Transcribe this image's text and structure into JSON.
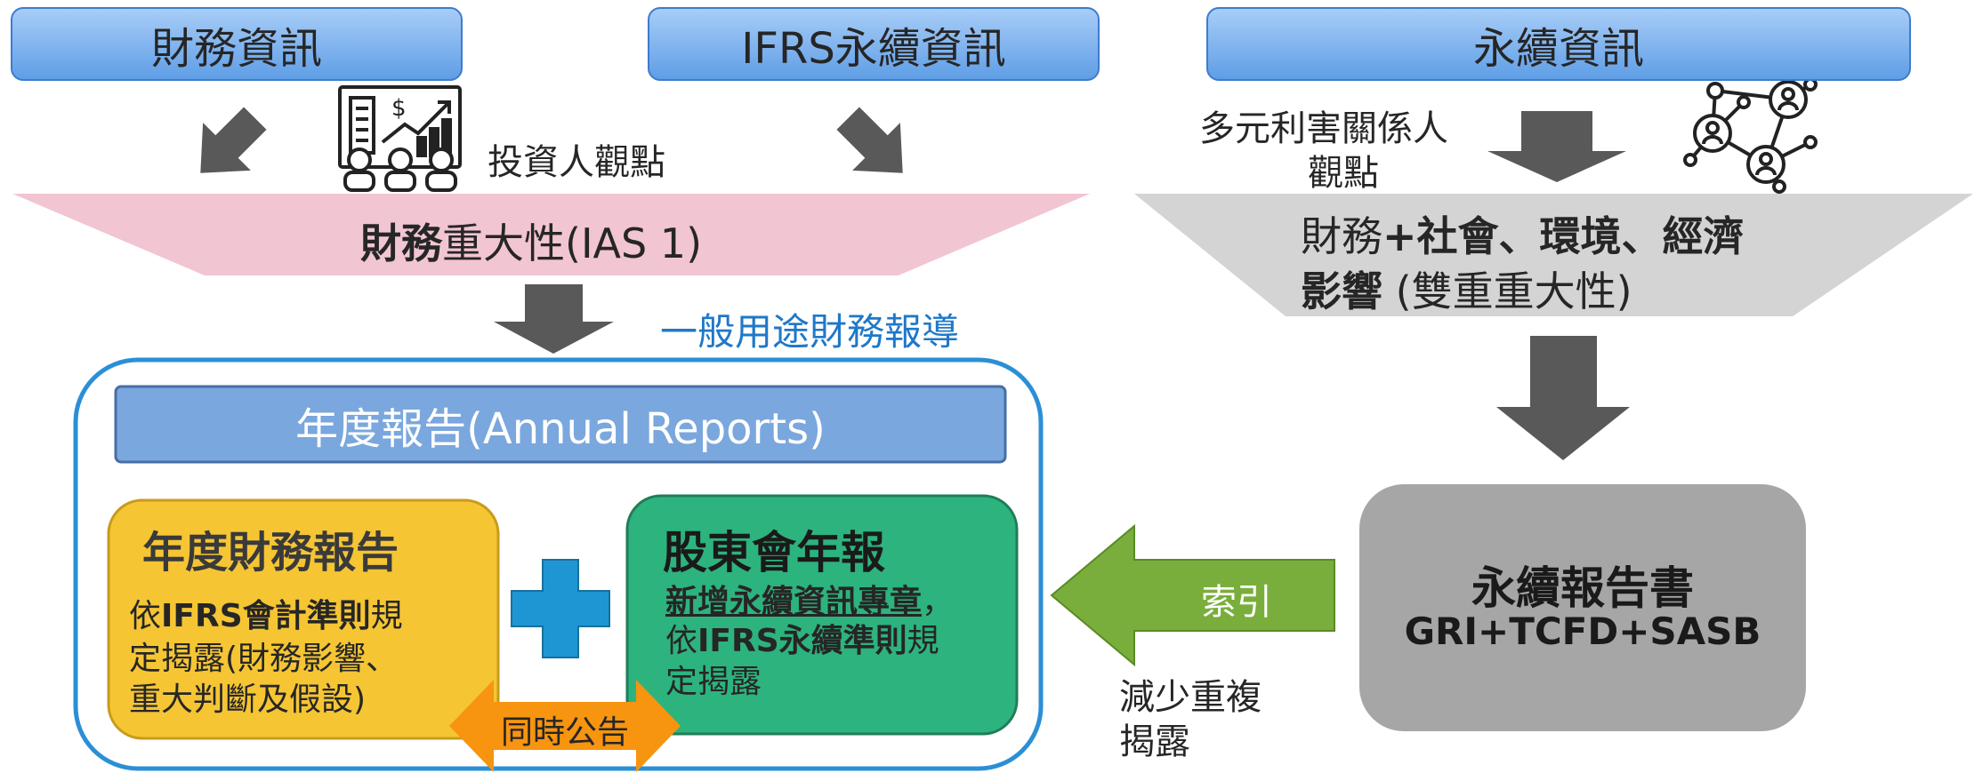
{
  "top": {
    "financial_info": "財務資訊",
    "ifrs_sustainability_info": "IFRS永續資訊",
    "sustainability_info": "永續資訊"
  },
  "investor_view": "投資人觀點",
  "stakeholder_view_line1": "多元利害關係人",
  "stakeholder_view_line2": "觀點",
  "financial_materiality": {
    "bold": "財務",
    "rest": "重大性(IAS 1)"
  },
  "double_materiality": {
    "line1_normal": "財務",
    "line1_bold": "+社會、環境、經濟",
    "line2_bold": "影響",
    "line2_normal": " (雙重重大性)"
  },
  "general_purpose": "一般用途財務報導",
  "annual_reports_title": "年度報告(Annual Reports)",
  "annual_financial_report": {
    "title": "年度財務報告",
    "l1_pre": "依",
    "l1_bold": "IFRS會計準則",
    "l1_post": "規",
    "l2": "定揭露(財務影響、",
    "l3": "重大判斷及假設)"
  },
  "shareholder_report": {
    "title": "股東會年報",
    "l1_bold_u": "新增永續資訊專章",
    "l1_post": "，",
    "l2_pre": "依",
    "l2_bold": "IFRS永續準則",
    "l2_post": "規",
    "l3": "定揭露"
  },
  "plus_symbol": "+",
  "simultaneous": "同時公告",
  "index_label": "索引",
  "reduce_dup_line1": "減少重複",
  "reduce_dup_line2": "揭露",
  "sustainability_report": {
    "title": "永續報告書",
    "standards": "GRI+TCFD+SASB"
  },
  "colors": {
    "blue_pill_top": "#a8cdf7",
    "blue_pill_bottom": "#5f9ee6",
    "pink": "#f2c5d2",
    "gray_trapezoid": "#d4d4d4",
    "dark_arrow": "#595959",
    "frame_blue": "#2b8fd6",
    "annual_bar": "#7aa7dd",
    "yellow": "#f5c533",
    "green": "#2db37e",
    "orange": "#f79410",
    "cross_blue": "#1f96d4",
    "index_green": "#7aae3c",
    "report_gray": "#a6a6a6",
    "link_blue": "#1f78c8"
  },
  "icons": [
    "down-right-arrow-icon",
    "down-left-arrow-icon",
    "investor-meeting-icon",
    "network-people-icon"
  ]
}
